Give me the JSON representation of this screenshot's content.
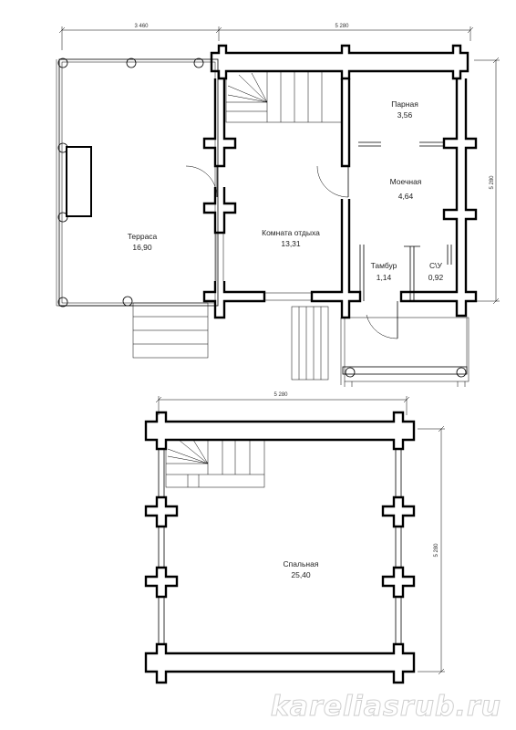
{
  "ground_floor": {
    "dims": {
      "top_left": "3 460",
      "top_right": "5 280",
      "right": "5 280"
    },
    "rooms": [
      {
        "name": "Парная",
        "area": "3,56"
      },
      {
        "name": "Моечная",
        "area": "4,64"
      },
      {
        "name": "Терраса",
        "area": "16,90"
      },
      {
        "name": "Комната отдыха",
        "area": "13,31"
      },
      {
        "name": "Тамбур",
        "area": "1,14"
      },
      {
        "name": "С\\У",
        "area": "0,92"
      }
    ]
  },
  "upper_floor": {
    "dims": {
      "top": "5 280",
      "right": "5 280"
    },
    "rooms": [
      {
        "name": "Спальная",
        "area": "25,40"
      }
    ]
  },
  "watermark": "kareliasrub.ru"
}
